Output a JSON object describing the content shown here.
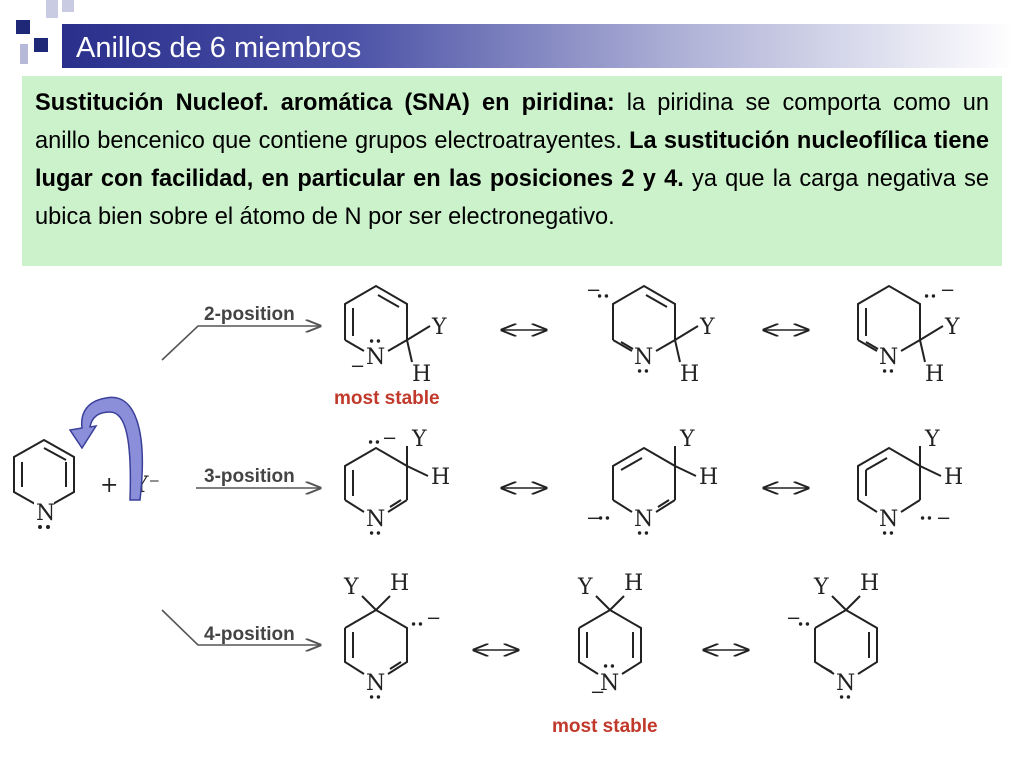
{
  "slide": {
    "title": "Anillos de 6 miembros",
    "body": {
      "seg1_bold": "Sustitución Nucleof. aromática (SNA) en piridina:",
      "seg2": " la piridina se comporta como un anillo bencenico que contiene grupos electroatrayentes. ",
      "seg3_bold": "La sustitución nucleofílica tiene lugar con facilidad, en particular en las posiciones 2 y 4.",
      "seg4": " ya que la carga negativa se ubica bien sobre el átomo de N por ser electronegativo."
    }
  },
  "scheme": {
    "position_labels": [
      "2-position",
      "3-position",
      "4-position"
    ],
    "stability_label": "most stable",
    "reactants": {
      "plus": "+",
      "nucleophile": "Y⁻",
      "nitrogen": "N"
    },
    "atoms": {
      "N": "N",
      "Y": "Y",
      "H": "H",
      "minus": "−"
    },
    "colors": {
      "title_bar_dark": "#2a2f8c",
      "box_bg": "#ccf2cc",
      "arrow_fill": "#8b8fd9",
      "stable_red": "#c0392b"
    }
  }
}
